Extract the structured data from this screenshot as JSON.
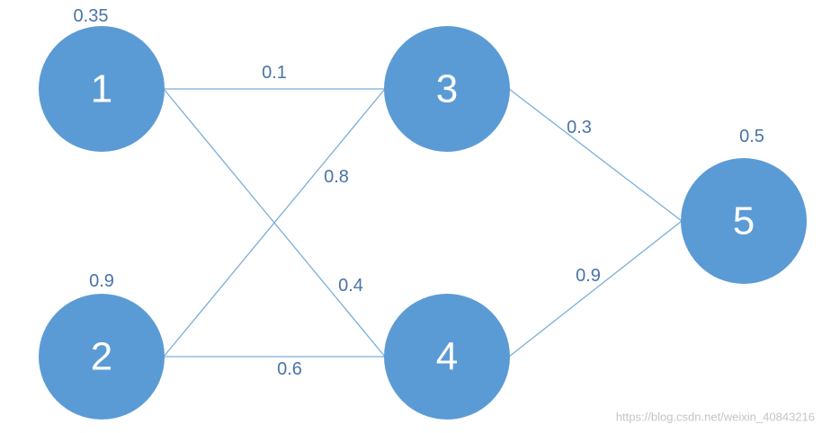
{
  "nodes": [
    {
      "id": "1",
      "label": "1",
      "value": "0.35"
    },
    {
      "id": "2",
      "label": "2",
      "value": "0.9"
    },
    {
      "id": "3",
      "label": "3"
    },
    {
      "id": "4",
      "label": "4"
    },
    {
      "id": "5",
      "label": "5",
      "value": "0.5"
    }
  ],
  "edges": [
    {
      "from": "1",
      "to": "3",
      "weight": "0.1"
    },
    {
      "from": "1",
      "to": "4",
      "weight": "0.4"
    },
    {
      "from": "2",
      "to": "3",
      "weight": "0.8"
    },
    {
      "from": "2",
      "to": "4",
      "weight": "0.6"
    },
    {
      "from": "3",
      "to": "5",
      "weight": "0.3"
    },
    {
      "from": "4",
      "to": "5",
      "weight": "0.9"
    }
  ],
  "colors": {
    "node_fill": "#5b9bd5",
    "edge_stroke": "#7aaed8",
    "number_text": "#4a73a8",
    "node_text": "#ffffff",
    "watermark_text": "#c4c4c4"
  },
  "watermark": "https://blog.csdn.net/weixin_40843216"
}
